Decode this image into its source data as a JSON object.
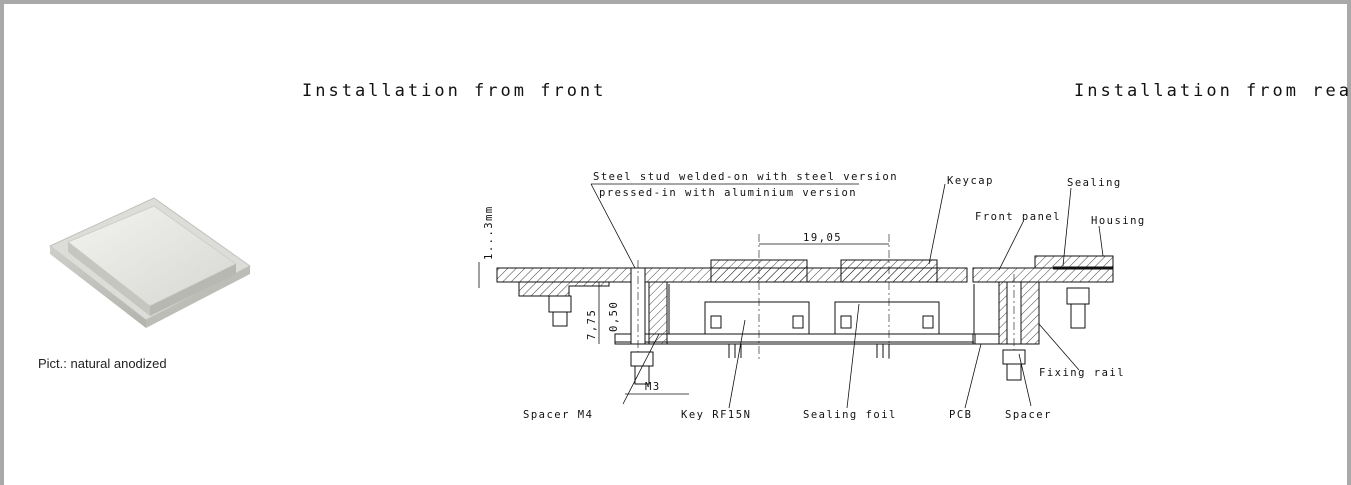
{
  "headings": {
    "front": "Installation from front",
    "rear": "Installation from rear"
  },
  "photo": {
    "caption": "Pict.: natural anodized"
  },
  "labels": {
    "steel_stud_line1": "Steel stud welded-on with steel version",
    "steel_stud_line2": "pressed-in with aluminium version",
    "keycap": "Keycap",
    "sealing": "Sealing",
    "front_panel": "Front panel",
    "housing": "Housing",
    "fixing_rail": "Fixing rail",
    "spacer_m4": "Spacer M4",
    "key_rf15n": "Key RF15N",
    "sealing_foil": "Sealing foil",
    "pcb": "PCB",
    "spacer": "Spacer"
  },
  "dimensions": {
    "pitch": "19,05",
    "panel_thickness": "1...3mm",
    "height_total": "7,75",
    "height_offset": "0,50",
    "screw": "M3"
  },
  "colors": {
    "frame": "#a9a9a9",
    "line": "#111111",
    "keycap_face": "#e4e4e1",
    "keycap_edge": "#c9c9c5"
  }
}
